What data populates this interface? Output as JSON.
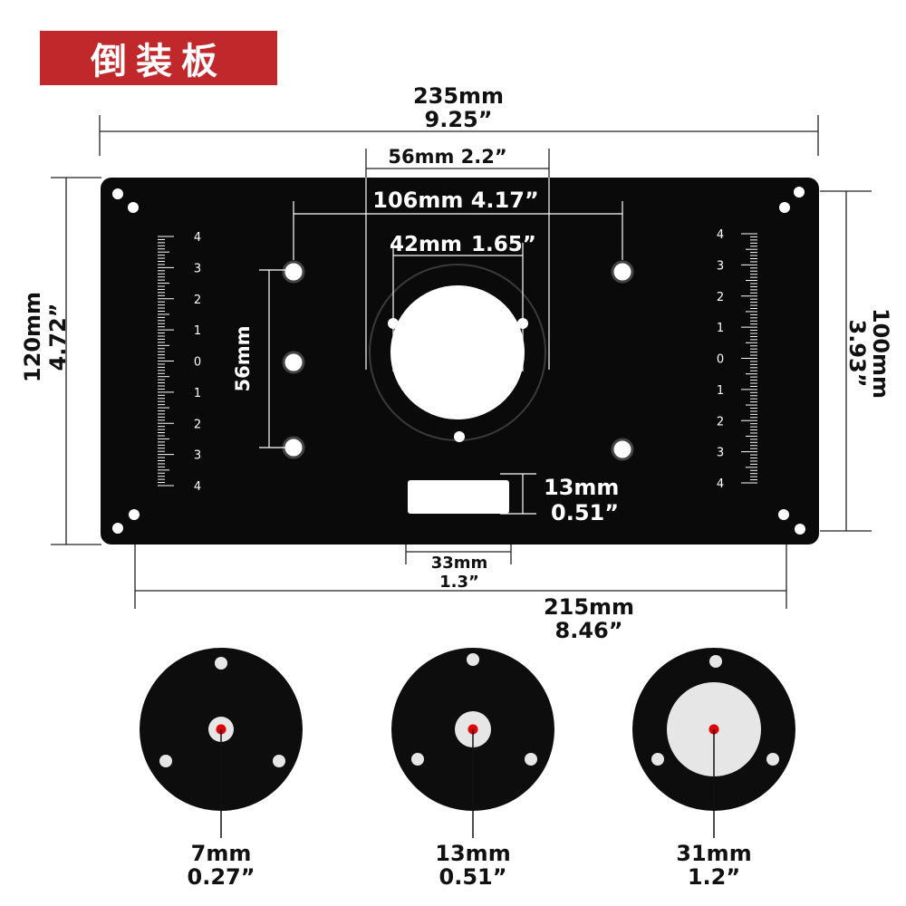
{
  "title": "倒装板",
  "colors": {
    "title_bg": "#c0282c",
    "plate": "#0a0a0a",
    "hole": "#ffffff",
    "center_dot": "#e00000",
    "ring_hole": "#e6e6e6"
  },
  "dimensions": {
    "overall_width": {
      "mm": "235mm",
      "inch": "9.25”"
    },
    "top_span": {
      "text": "56mm 2.2”"
    },
    "mount_span": {
      "text": "106mm  4.17”"
    },
    "ring_holes": {
      "mm": "42mm",
      "inch": "1.65”"
    },
    "side_span": {
      "text": "56mm"
    },
    "slot_height": {
      "mm": "13mm",
      "inch": "0.51”"
    },
    "slot_width": {
      "mm": "33mm",
      "inch": "1.3”"
    },
    "bottom_width": {
      "mm": "215mm",
      "inch": "8.46”"
    },
    "overall_height": {
      "mm": "120mm",
      "inch": "4.72”"
    },
    "ruler_height": {
      "mm": "100mm",
      "inch": "3.93”"
    }
  },
  "ruler": {
    "labels": [
      "4",
      "3",
      "2",
      "1",
      "0",
      "1",
      "2",
      "3",
      "4"
    ]
  },
  "rings": [
    {
      "mm": "7mm",
      "inch": "0.27”"
    },
    {
      "mm": "13mm",
      "inch": "0.51”"
    },
    {
      "mm": "31mm",
      "inch": "1.2”"
    }
  ]
}
